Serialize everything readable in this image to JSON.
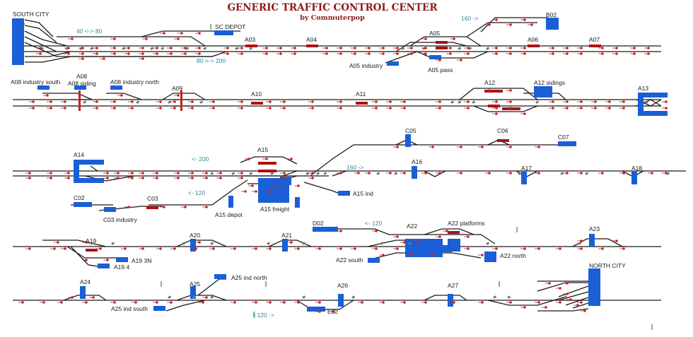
{
  "header": {
    "title": "GENERIC TRAFFIC CONTROL CENTER",
    "byline": "by Commuterpop"
  },
  "colors": {
    "track": "#1a1a1a",
    "signal": "#cc1f1f",
    "occupied": "#b01010",
    "platform": "#1a5fd6",
    "switch": "#777777",
    "speed": "#2a8a9a",
    "marker": "#2aa02a",
    "title": "#8b1a1a"
  },
  "labels": {
    "south_city": "SOUTH CITY",
    "sc_depot": "SC DEPOT",
    "a03": "A03",
    "a04": "A04",
    "a05": "A05",
    "b02": "B02",
    "a06": "A06",
    "a07": "A07",
    "a05_industry": "A05 industry",
    "a05_pass": "A05 pass",
    "a08": "A08",
    "a08_industry_south": "A08 industry south",
    "a08_siding": "A08 siding",
    "a08_industry_north": "A08 industry north",
    "a09": "A09",
    "a10": "A10",
    "a11": "A11",
    "a12": "A12",
    "a12_sidings": "A12 sidings",
    "a13": "A13",
    "c05": "C05",
    "c06": "C06",
    "c07": "C07",
    "a14": "A14",
    "a15": "A15",
    "a16": "A16",
    "a17": "A17",
    "a18": "A18",
    "c02": "C02",
    "c03": "C03",
    "c03_industry": "C03 industry",
    "a15_depot": "A15 depot",
    "a15_freight": "A15 freight",
    "a15_ind": "A15 ind",
    "a19": "A19",
    "a19_3n": "A19 3N",
    "a19_4": "A19 4",
    "a20": "A20",
    "a21": "A21",
    "d02": "D02",
    "a22": "A22",
    "a22_platforms": "A22 platforms",
    "a22_south": "A22 south",
    "a22_north": "A22 north",
    "a23": "A23",
    "a24": "A24",
    "a25": "A25",
    "a25_ind_north": "A25 ind north",
    "a25_ind_south": "A25 ind south",
    "a26": "A26",
    "e02": "E02",
    "a27": "A27",
    "north_city": "NORTH CITY"
  },
  "speed_limits": {
    "s40_80": "40 <-> 80",
    "s80_200": "80 <-> 200",
    "s160_right": "160 ->",
    "s200_left": "<- 200",
    "s160_right_b": "160 ->",
    "s120_left": "<- 120",
    "s120_left_b": "<- 120",
    "s120_right": "| 120 ->"
  }
}
